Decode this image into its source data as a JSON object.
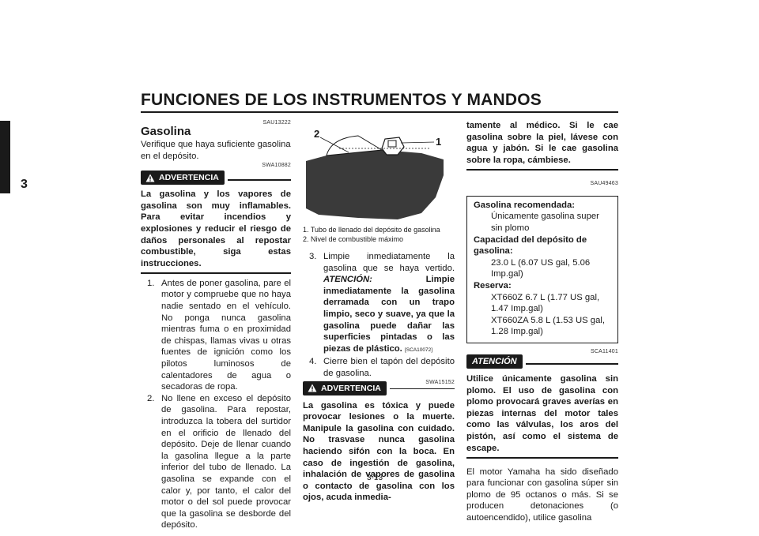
{
  "header": {
    "title": "FUNCIONES DE LOS INSTRUMENTOS Y MANDOS",
    "chapter": "3"
  },
  "col1": {
    "code1": "SAU13222",
    "heading": "Gasolina",
    "intro": "Verifique que haya suficiente gasolina en el depósito.",
    "code2": "SWA10882",
    "warning_label": "ADVERTENCIA",
    "warning_text": "La gasolina y los vapores de gasolina son muy inflamables. Para evitar incendios y explosiones y reducir el riesgo de daños personales al repostar combustible, siga estas instrucciones.",
    "steps": [
      {
        "n": "1.",
        "text": "Antes de poner gasolina, pare el motor y compruebe que no haya nadie sentado en el vehículo. No ponga nunca gasolina mientras fuma o en proximidad de chispas, llamas vivas u otras fuentes de ignición como los pilotos luminosos de calentadores de agua o secadoras de ropa."
      },
      {
        "n": "2.",
        "text": "No llene en exceso el depósito de gasolina. Para repostar, introduzca la tobera del surtidor en el orificio de llenado del depósito. Deje de llenar cuando la gasolina llegue a la parte inferior del tubo de llenado. La gasolina se expande con el calor y, por tanto, el calor del motor o del sol puede provocar que la gasolina se desborde del depósito."
      }
    ]
  },
  "col2": {
    "figure": {
      "label1": "1",
      "label2": "2"
    },
    "captions": [
      "1. Tubo de llenado del depósito de gasolina",
      "2. Nivel de combustible máximo"
    ],
    "step3_n": "3.",
    "step3_text": "Limpie inmediatamente la gasolina que se haya vertido.",
    "step3_att": "ATENCIÓN:",
    "step3_bold": "Limpie inmediatamente la gasolina derramada con un trapo limpio, seco y suave, ya que la gasolina puede dañar las superficies pintadas o las piezas de plástico.",
    "step3_code": "[SCA10072]",
    "step4_n": "4.",
    "step4_text": "Cierre bien el tapón del depósito de gasolina.",
    "code": "SWA15152",
    "warning_label": "ADVERTENCIA",
    "warning_text": "La gasolina es tóxica y puede provocar lesiones o la muerte. Manipule la gasolina con cuidado. No trasvase nunca gasolina haciendo sifón con la boca. En caso de ingestión de gasolina, inhalación de vapores de gasolina o contacto de gasolina con los ojos, acuda inmedia-"
  },
  "col3": {
    "cont_text": "tamente al médico. Si le cae gasolina sobre la piel, lávese con agua y jabón. Si le cae gasolina sobre la ropa, cámbiese.",
    "code1": "SAU49463",
    "spec": {
      "rec_label": "Gasolina recomendada:",
      "rec_value": "Únicamente gasolina super sin plomo",
      "cap_label": "Capacidad del depósito de gasolina:",
      "cap_value": "23.0 L (6.07 US gal, 5.06 Imp.gal)",
      "res_label": "Reserva:",
      "res_value1": "XT660Z 6.7 L (1.77 US gal, 1.47 Imp.gal)",
      "res_value2": "XT660ZA 5.8 L (1.53 US gal, 1.28 Imp.gal)"
    },
    "code2": "SCA11401",
    "attention_label": "ATENCIÓN",
    "attention_text": "Utilice únicamente gasolina sin plomo. El uso de gasolina con plomo provocará graves averías en piezas internas del motor tales como las válvulas, los aros del pistón, así como el sistema de escape.",
    "body_text": "El motor Yamaha ha sido diseñado para funcionar con gasolina súper sin plomo de 95 octanos o más. Si se producen detonaciones (o autoencendido), utilice gasolina"
  },
  "footer": {
    "page": "3-13"
  },
  "colors": {
    "ink": "#1a1a1a",
    "tank": "#3a3a3a"
  }
}
